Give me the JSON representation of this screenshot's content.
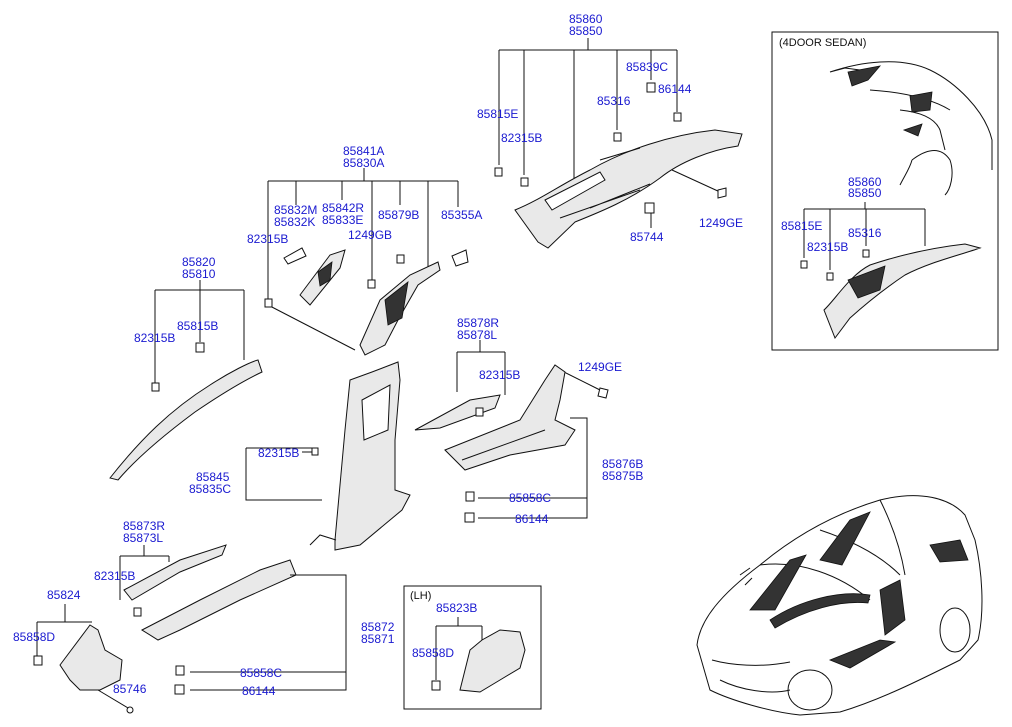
{
  "sedan_box_title": "(4DOOR SEDAN)",
  "lh_box_title": "(LH)",
  "labels": {
    "l85860": "85860",
    "l85850": "85850",
    "l85839C": "85839C",
    "l86144a": "86144",
    "l85815E": "85815E",
    "l85316": "85316",
    "l82315B_t": "82315B",
    "l1249GE_t": "1249GE",
    "l85744": "85744",
    "l85841A": "85841A",
    "l85830A": "85830A",
    "l85832M": "85832M",
    "l85832K": "85832K",
    "l85842R": "85842R",
    "l85833E": "85833E",
    "l85879B": "85879B",
    "l85355A": "85355A",
    "l82315B_b": "82315B",
    "l1249GB": "1249GB",
    "l85820": "85820",
    "l85810": "85810",
    "l82315B_a": "82315B",
    "l85815B": "85815B",
    "l82315B_c": "82315B",
    "l85845": "85845",
    "l85835C": "85835C",
    "l85878R": "85878R",
    "l85878L": "85878L",
    "l82315B_d": "82315B",
    "l1249GE_m": "1249GE",
    "l85876B": "85876B",
    "l85875B": "85875B",
    "l85858C_r": "85858C",
    "l86144_r": "86144",
    "l85873R": "85873R",
    "l85873L": "85873L",
    "l82315B_e": "82315B",
    "l85824": "85824",
    "l85858D": "85858D",
    "l85746": "85746",
    "l85872": "85872",
    "l85871": "85871",
    "l85858C_b": "85858C",
    "l86144_b": "86144",
    "l85823B": "85823B",
    "l85858D_lh": "85858D",
    "s85860": "85860",
    "s85850": "85850",
    "s85815E": "85815E",
    "s82315B": "82315B",
    "s85316": "85316"
  },
  "colors": {
    "label": "#1a1ad0",
    "line": "#111111",
    "background": "#ffffff"
  }
}
